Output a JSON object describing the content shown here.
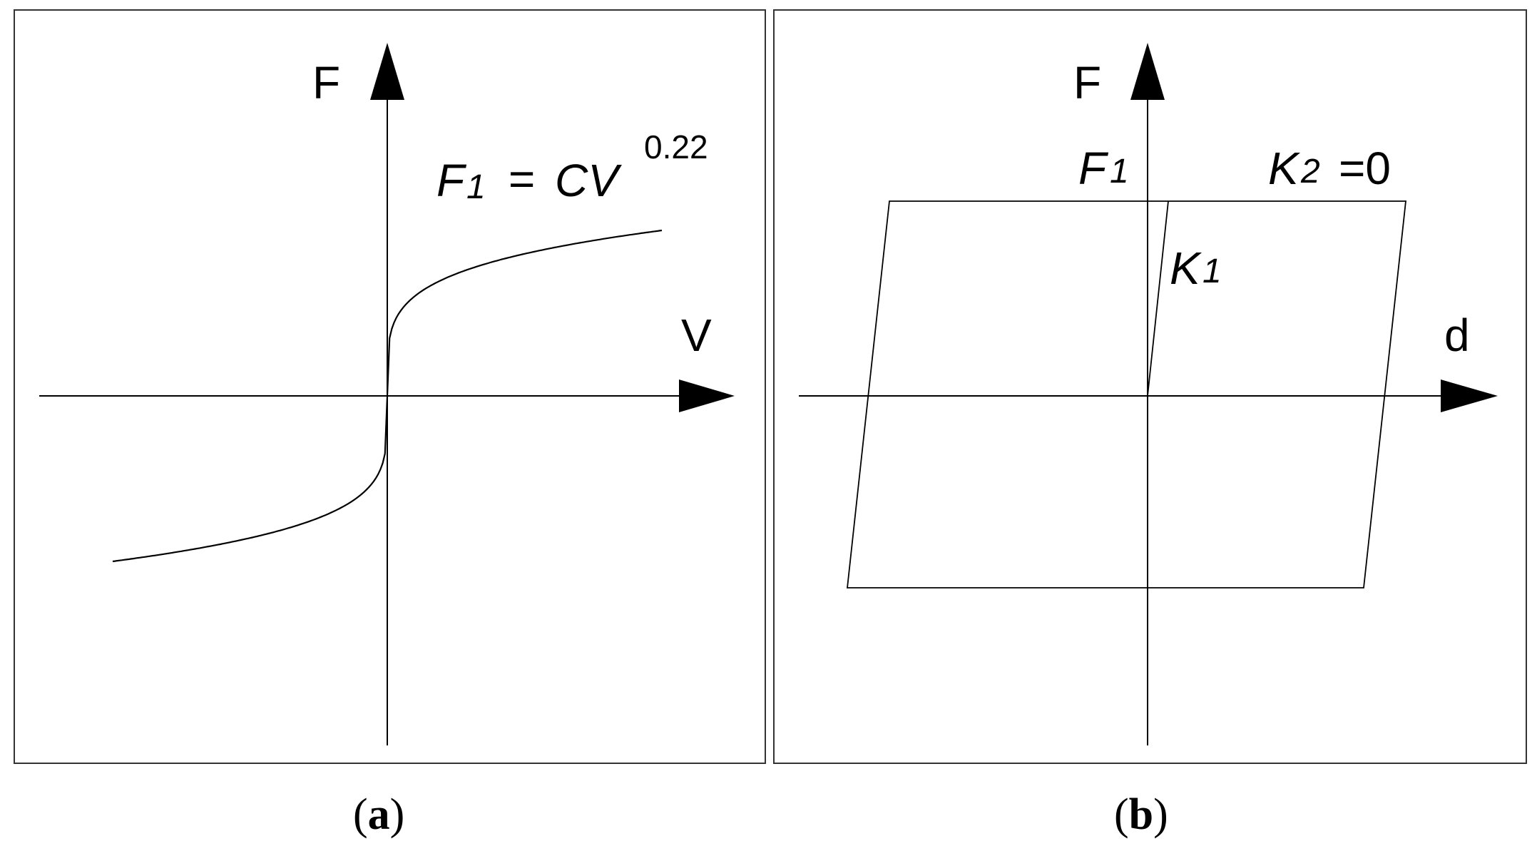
{
  "panel_a": {
    "y_axis_label": "F",
    "x_axis_label": "V",
    "equation": {
      "lhs": "F",
      "lhs_subscript": "1",
      "operator": "=",
      "rhs": "CV",
      "exponent": "0.22"
    },
    "caption": {
      "open": "(",
      "letter": "a",
      "close": ")"
    },
    "curve": {
      "kind": "power-law",
      "exponent": 0.22
    }
  },
  "panel_b": {
    "y_axis_label": "F",
    "x_axis_label": "d",
    "force_label": "F",
    "force_label_subscript": "1",
    "k1_label": "K",
    "k1_subscript": "1",
    "k2_label": "K",
    "k2_subscript": "2",
    "k2_value": "=0",
    "caption": {
      "open": "(",
      "letter": "b",
      "close": ")"
    }
  },
  "colors": {
    "line": "#000000",
    "frame": "#333333",
    "background": "#ffffff"
  }
}
